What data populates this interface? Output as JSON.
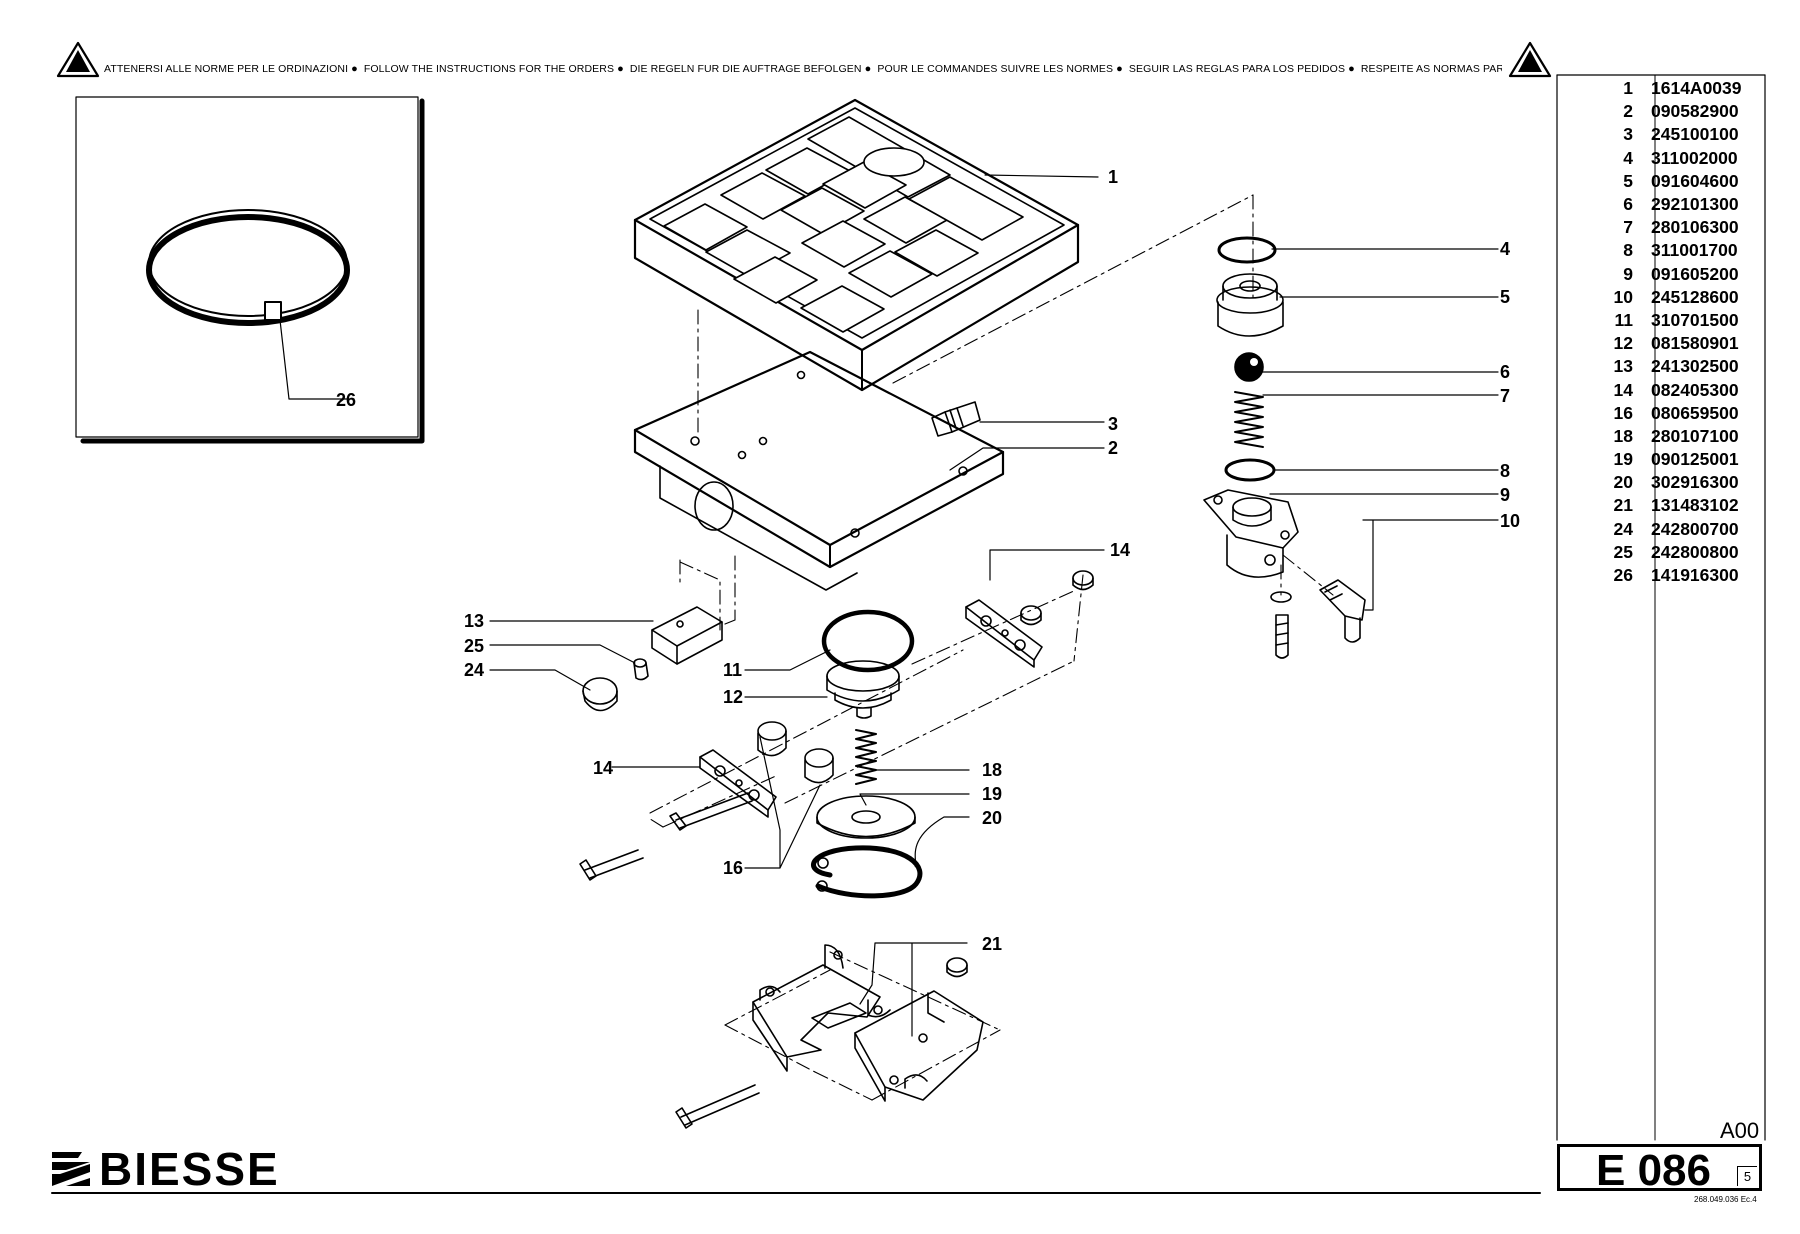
{
  "header": {
    "instructions": [
      "ATTENERSI ALLE NORME PER LE ORDINAZIONI",
      "FOLLOW THE INSTRUCTIONS FOR THE ORDERS",
      "DIE REGELN FUR DIE AUFTRAGE BEFOLGEN",
      "POUR LE COMMANDES SUIVRE LES NORMES",
      "SEGUIR LAS REGLAS PARA LOS PEDIDOS",
      "RESPEITE AS NORMAS PARA OS PEDIDOS"
    ]
  },
  "callouts": {
    "c1": "1",
    "c2": "2",
    "c3": "3",
    "c4": "4",
    "c5": "5",
    "c6": "6",
    "c7": "7",
    "c8": "8",
    "c9": "9",
    "c10": "10",
    "c11": "11",
    "c12": "12",
    "c13": "13",
    "c14a": "14",
    "c14b": "14",
    "c16": "16",
    "c18": "18",
    "c19": "19",
    "c20": "20",
    "c21": "21",
    "c24": "24",
    "c25": "25",
    "c26": "26"
  },
  "parts_list": [
    {
      "index": "1",
      "code": "1614A0039"
    },
    {
      "index": "2",
      "code": "090582900"
    },
    {
      "index": "3",
      "code": "245100100"
    },
    {
      "index": "4",
      "code": "311002000"
    },
    {
      "index": "5",
      "code": "091604600"
    },
    {
      "index": "6",
      "code": "292101300"
    },
    {
      "index": "7",
      "code": "280106300"
    },
    {
      "index": "8",
      "code": "311001700"
    },
    {
      "index": "9",
      "code": "091605200"
    },
    {
      "index": "10",
      "code": "245128600"
    },
    {
      "index": "11",
      "code": "310701500"
    },
    {
      "index": "12",
      "code": "081580901"
    },
    {
      "index": "13",
      "code": "241302500"
    },
    {
      "index": "14",
      "code": "082405300"
    },
    {
      "index": "16",
      "code": "080659500"
    },
    {
      "index": "18",
      "code": "280107100"
    },
    {
      "index": "19",
      "code": "090125001"
    },
    {
      "index": "20",
      "code": "302916300"
    },
    {
      "index": "21",
      "code": "131483102"
    },
    {
      "index": "24",
      "code": "242800700"
    },
    {
      "index": "25",
      "code": "242800800"
    },
    {
      "index": "26",
      "code": "141916300"
    }
  ],
  "footer": {
    "revision": "A00",
    "sheet_code": "E 086",
    "sheet_number": "5",
    "doc_ref": "268.049.036 Ec.4",
    "brand": "BIESSE"
  }
}
